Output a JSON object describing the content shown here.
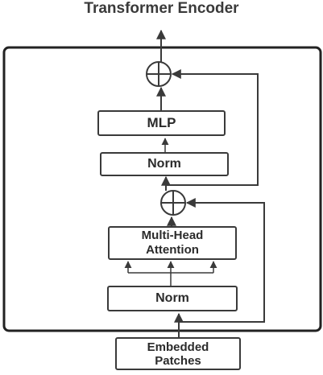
{
  "title": "Transformer Encoder",
  "blocks": {
    "mlp": "MLP",
    "norm_top": "Norm",
    "attention_line1": "Multi-Head",
    "attention_line2": "Attention",
    "norm_bottom": "Norm",
    "input_line1": "Embedded",
    "input_line2": "Patches"
  },
  "colors": {
    "stroke": "#3a3a3a",
    "text": "#2b2b2b"
  }
}
